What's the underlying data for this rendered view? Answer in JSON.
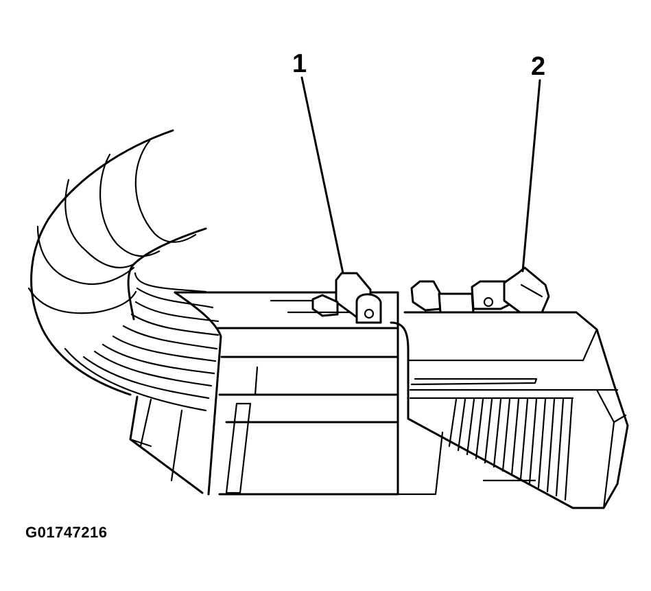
{
  "figure": {
    "id_label": "G01747216",
    "subject": "electrical connector with wire harness"
  },
  "callouts": [
    {
      "number": "1",
      "target": "connector-lock-tab"
    },
    {
      "number": "2",
      "target": "connector-position-assurance-tab"
    }
  ],
  "colors": {
    "line": "#000000",
    "background": "#ffffff"
  }
}
